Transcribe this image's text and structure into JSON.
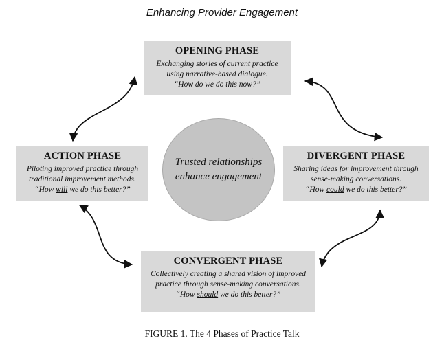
{
  "title": "Enhancing Provider Engagement",
  "center": {
    "line1": "Trusted relationships",
    "line2": "enhance engagement"
  },
  "phases": {
    "opening": {
      "title": "OPENING PHASE",
      "line1": "Exchanging stories of current practice",
      "line2": "using narrative-based dialogue.",
      "question_pre": "“How do we do this now?”"
    },
    "divergent": {
      "title": "DIVERGENT PHASE",
      "line1": "Sharing ideas for improvement through",
      "line2": "sense-making conversations.",
      "question_pre": "“How ",
      "question_emph": "could",
      "question_post": " we do this better?”"
    },
    "convergent": {
      "title": "CONVERGENT PHASE",
      "line1": "Collectively creating a shared vision of improved",
      "line2": "practice through sense-making conversations.",
      "question_pre": "“How ",
      "question_emph": "should",
      "question_post": " we do this better?”"
    },
    "action": {
      "title": "ACTION PHASE",
      "line1": "Piloting improved practice through",
      "line2": "traditional improvement methods.",
      "question_pre": "“How ",
      "question_emph": "will",
      "question_post": " we do this better?”"
    }
  },
  "caption": "FIGURE 1.  The 4 Phases of Practice Talk",
  "colors": {
    "box_fill": "#d9d9d9",
    "circle_fill": "#c4c4c4",
    "arrow": "#111111"
  }
}
